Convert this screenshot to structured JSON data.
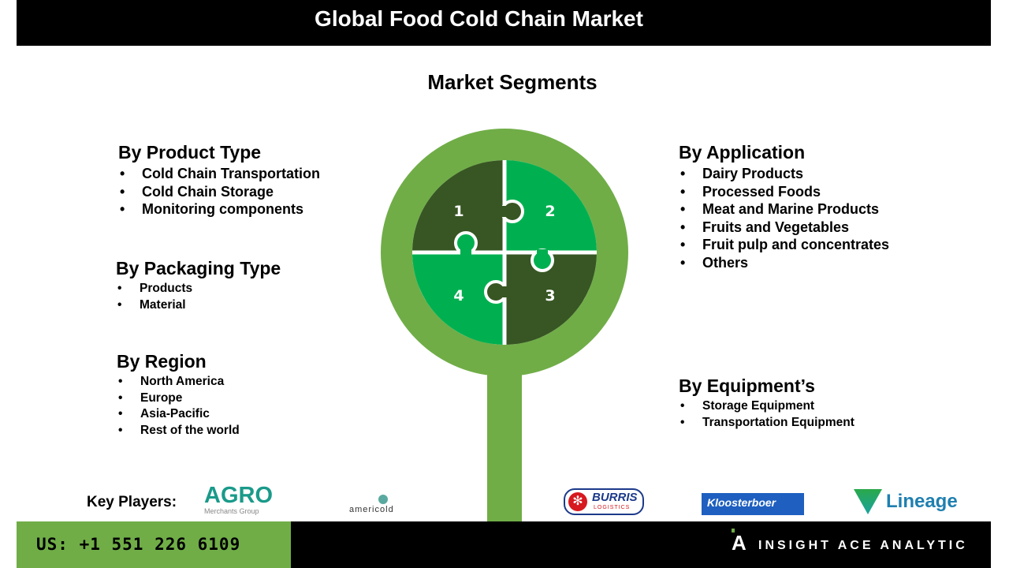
{
  "header": {
    "title": "Global Food Cold Chain Market"
  },
  "subtitle": "Market Segments",
  "segments": {
    "product_type": {
      "title": "By Product Type",
      "items": [
        "Cold Chain Transportation",
        "Cold Chain Storage",
        "Monitoring components"
      ]
    },
    "packaging_type": {
      "title": "By Packaging Type",
      "items": [
        "Products",
        "Material"
      ]
    },
    "region": {
      "title": "By Region",
      "items": [
        "North America",
        "Europe",
        "Asia-Pacific",
        "Rest of the world"
      ]
    },
    "application": {
      "title": "By Application",
      "items": [
        "Dairy Products",
        "Processed Foods",
        "Meat and Marine Products",
        "Fruits and Vegetables",
        "Fruit pulp and concentrates",
        "Others"
      ]
    },
    "equipment": {
      "title": "By Equipment’s",
      "items": [
        "Storage Equipment",
        "Transportation  Equipment"
      ]
    }
  },
  "puzzle": {
    "labels": [
      "1",
      "2",
      "3",
      "4"
    ],
    "colors": {
      "ring": "#70ad47",
      "dark": "#375623",
      "bright": "#00b050"
    }
  },
  "key_players": {
    "label": "Key Players:",
    "logos": {
      "agro": "AGRO",
      "agro_sub": "Merchants Group",
      "americold": "americold",
      "burris": "BURRIS",
      "burris_sub": "LOGISTICS",
      "kloosterboer": "Kloosterboer",
      "lineage": "Lineage"
    }
  },
  "footer": {
    "phone": "US: +1 551 226 6109",
    "brand": "INSIGHT ACE ANALYTIC"
  }
}
